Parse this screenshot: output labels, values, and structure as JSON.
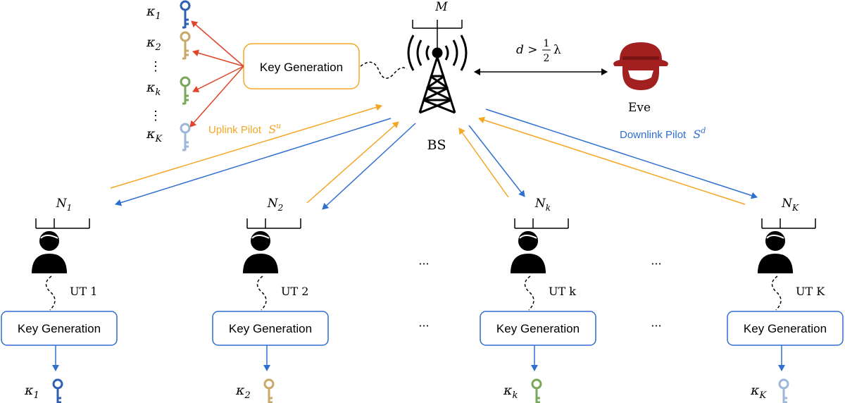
{
  "bs": {
    "label": "BS",
    "antenna_label": "M"
  },
  "eve": {
    "label": "Eve"
  },
  "distance": {
    "lhs": "d >",
    "num": "1",
    "den": "2",
    "rhs": "λ"
  },
  "bs_keygen": {
    "label": "Key Generation"
  },
  "uplink": {
    "label": "Uplink Pilot",
    "symbol": "S",
    "sup": "u"
  },
  "downlink": {
    "label": "Downlink Pilot",
    "symbol": "S",
    "sup": "d"
  },
  "bs_keys": [
    {
      "label": "κ",
      "sub": "1",
      "color": "#2f5fb3"
    },
    {
      "label": "κ",
      "sub": "2",
      "color": "#c9a86a"
    },
    {
      "label": "κ",
      "sub": "k",
      "color": "#7aa85a"
    },
    {
      "label": "κ",
      "sub": "K",
      "color": "#9db7d8"
    }
  ],
  "ellipsis": "⋮",
  "dots": "···",
  "uts": [
    {
      "antenna": "N",
      "antenna_sub": "1",
      "label": "UT 1",
      "keygen": "Key Generation",
      "key": "κ",
      "key_sub": "1",
      "key_color": "#2f5fb3"
    },
    {
      "antenna": "N",
      "antenna_sub": "2",
      "label": "UT 2",
      "keygen": "Key Generation",
      "key": "κ",
      "key_sub": "2",
      "key_color": "#c9a86a"
    },
    {
      "antenna": "N",
      "antenna_sub": "k",
      "label": "UT k",
      "keygen": "Key Generation",
      "key": "κ",
      "key_sub": "k",
      "key_color": "#7aa85a"
    },
    {
      "antenna": "N",
      "antenna_sub": "K",
      "label": "UT K",
      "keygen": "Key Generation",
      "key": "κ",
      "key_sub": "K",
      "key_color": "#9db7d8"
    }
  ],
  "colors": {
    "uplink": "#f5a623",
    "downlink": "#2f6fd0",
    "keygen_arrow": "#e0452a",
    "eve": "#a32020",
    "ut_box": "#2f6fd0",
    "bs_box": "#f5a623"
  }
}
